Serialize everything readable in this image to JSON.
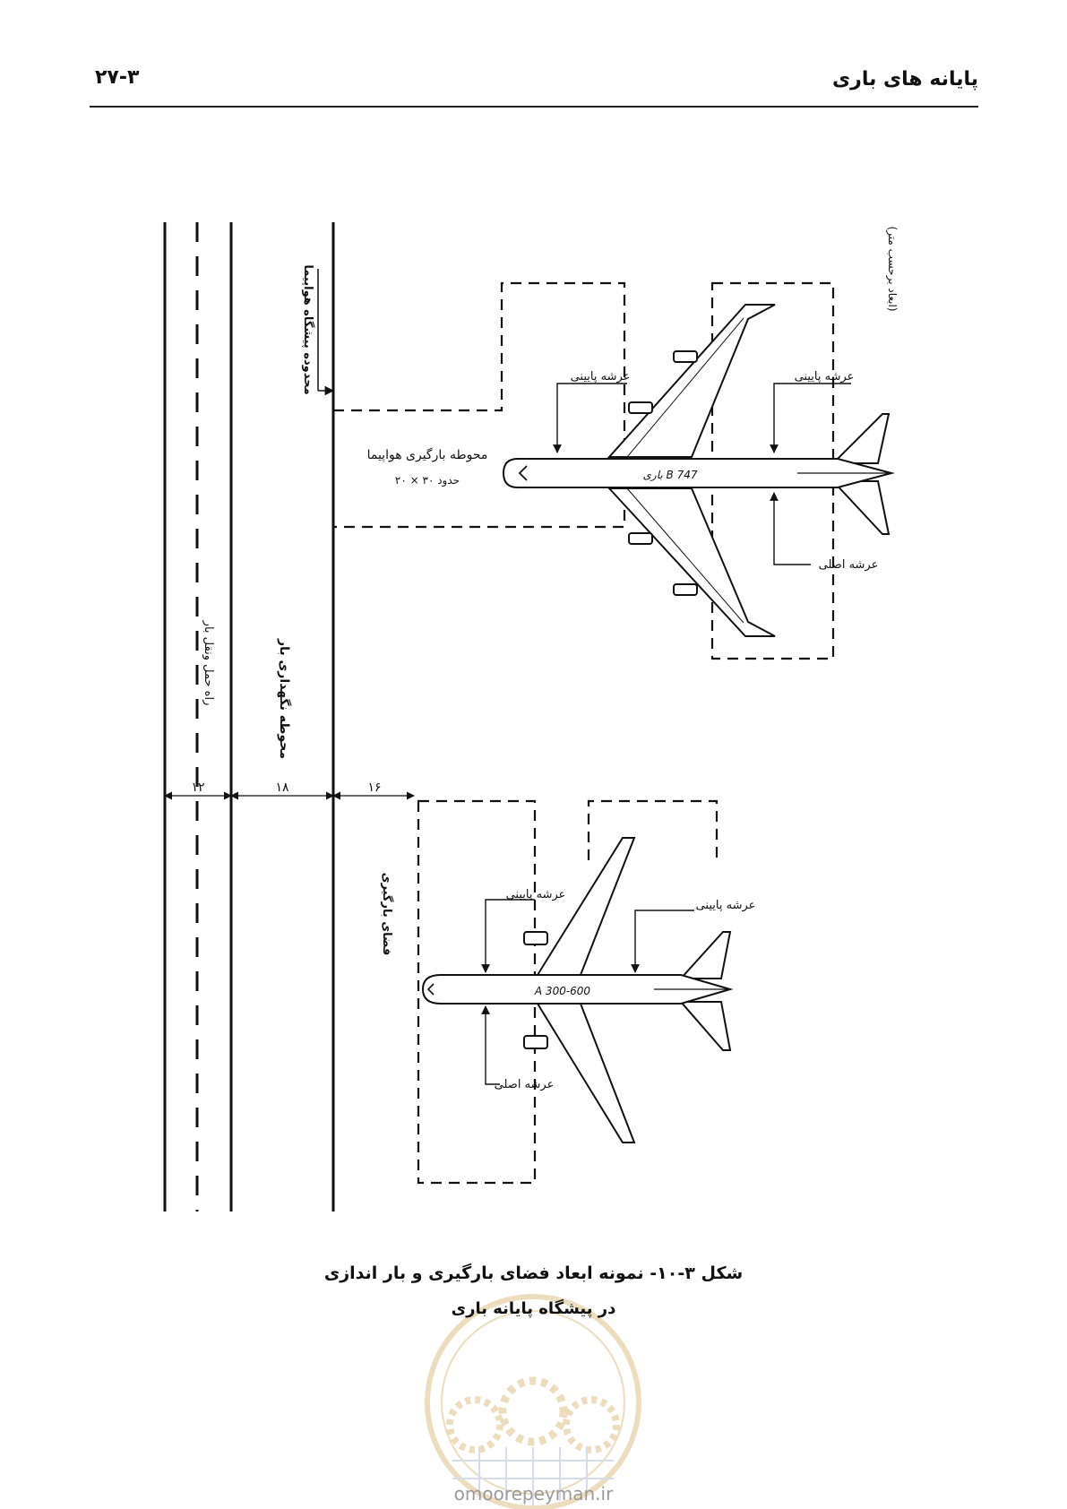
{
  "header": {
    "title": "پایانه های باری",
    "page_number": "۲۷-۳"
  },
  "figure": {
    "units_note": "(ابعاد برحسب متر)",
    "labels": {
      "airport_apron_boundary": "محدوده پیشگاه هواپیما",
      "aircraft_loading_area": "محوطه بارگیری هواپیما",
      "area_size": "حدود ۳۰ × ۲۰",
      "cargo_road": "راه حمل ونقل بار",
      "cargo_storage_area": "محوطه نگهداری بار",
      "loading_space": "فضای بارگیری",
      "lower_deck": "عرشه پایینی",
      "main_deck": "عرشه اصلی"
    },
    "dimensions": {
      "road_width": "۱۲",
      "storage_width": "۱۸",
      "loading_width": "۱۶"
    },
    "aircraft": {
      "b747": "باری B 747",
      "a300": "A 300-600"
    }
  },
  "caption": {
    "line1": "شکل ۳-۱۰- نمونه ابعاد فضای بارگیری و بار اندازی",
    "line2": "در پیشگاه پایانه باری"
  },
  "watermark": {
    "site": "omoorepeyman.ir",
    "icon": "gear-seal-logo"
  }
}
